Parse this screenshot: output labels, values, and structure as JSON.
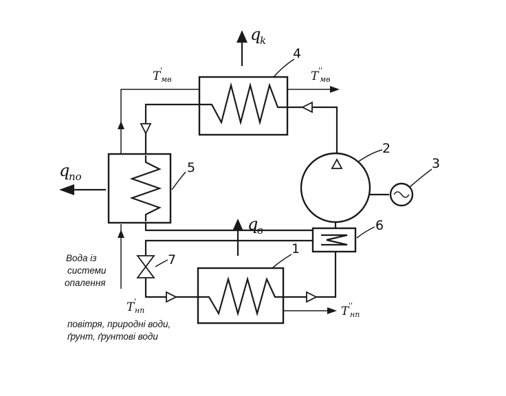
{
  "components": {
    "evaporator": "1",
    "compressor": "2",
    "motor": "3",
    "condenser": "4",
    "subcooler": "5",
    "regen_exchanger": "6",
    "expansion_valve": "7"
  },
  "heat_flows": {
    "q_k": {
      "symbol": "q",
      "sub": "k"
    },
    "q_po": {
      "symbol": "q",
      "sub": "по"
    },
    "q_v": {
      "symbol": "q",
      "sub": "в"
    }
  },
  "temperatures": {
    "t_mv_in": {
      "symbol": "T",
      "prime": "'",
      "sub": "мв"
    },
    "t_mv_out": {
      "symbol": "T",
      "prime": "''",
      "sub": "мв"
    },
    "t_np_in": {
      "symbol": "T",
      "prime": "'",
      "sub": "нп"
    },
    "t_np_out": {
      "symbol": "T",
      "prime": "''",
      "sub": "нп"
    }
  },
  "notes": {
    "water_source": [
      "Вода із",
      "системи",
      "опалення"
    ],
    "heat_source": [
      "повітря, природні води,",
      "ґрунт, ґрунтові води"
    ]
  },
  "icons": {
    "motor_symbol": "tilde-icon"
  }
}
